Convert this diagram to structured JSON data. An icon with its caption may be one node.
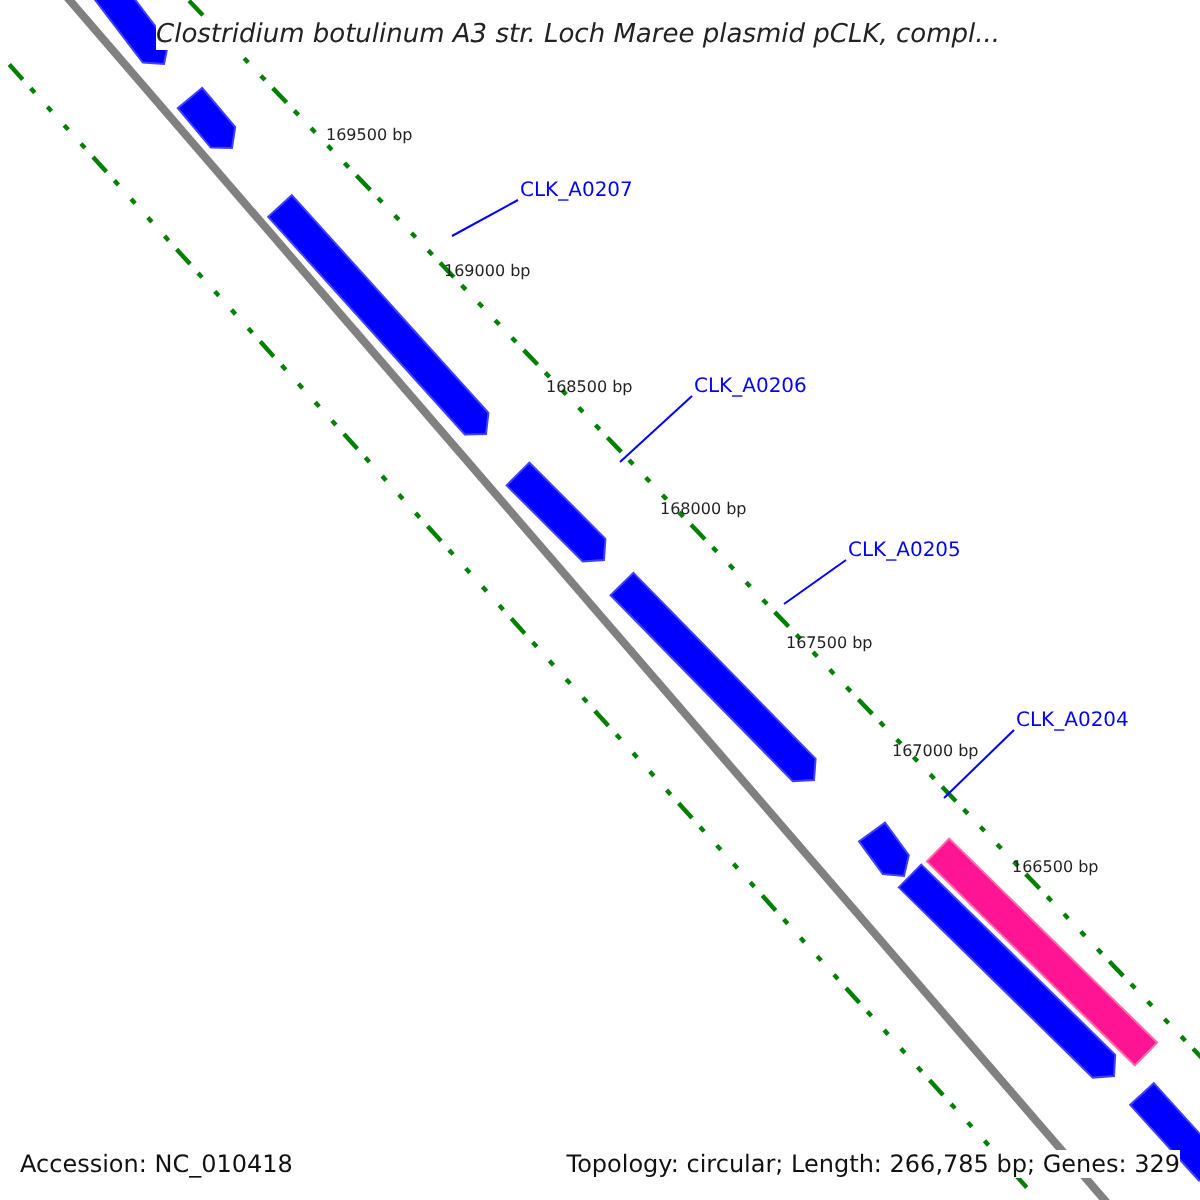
{
  "diagram": {
    "title": "Clostridium botulinum A3 str. Loch Maree plasmid pCLK, compl...",
    "nodes": [
      {
        "text": [
          "CLK_A0207"
        ]
      },
      {
        "text": [
          "CLK_A0206"
        ]
      },
      {
        "text": [
          "CLK_A0205"
        ]
      },
      {
        "text": [
          "CLK_A0204"
        ]
      }
    ],
    "edges": [
      {
        "from": 0,
        "to": null,
        "arrow": "none"
      },
      {
        "from": 1,
        "to": null,
        "arrow": "none"
      },
      {
        "from": 2,
        "to": null,
        "arrow": "none"
      },
      {
        "from": 3,
        "to": null,
        "arrow": "none"
      }
    ],
    "labels": [
      "169500 bp",
      "169000 bp",
      "168500 bp",
      "168000 bp",
      "167500 bp",
      "167000 bp",
      "166500 bp",
      "Accession: NC_010418",
      "Topology: circular; Length: 266,785 bp; Genes: 329"
    ]
  }
}
